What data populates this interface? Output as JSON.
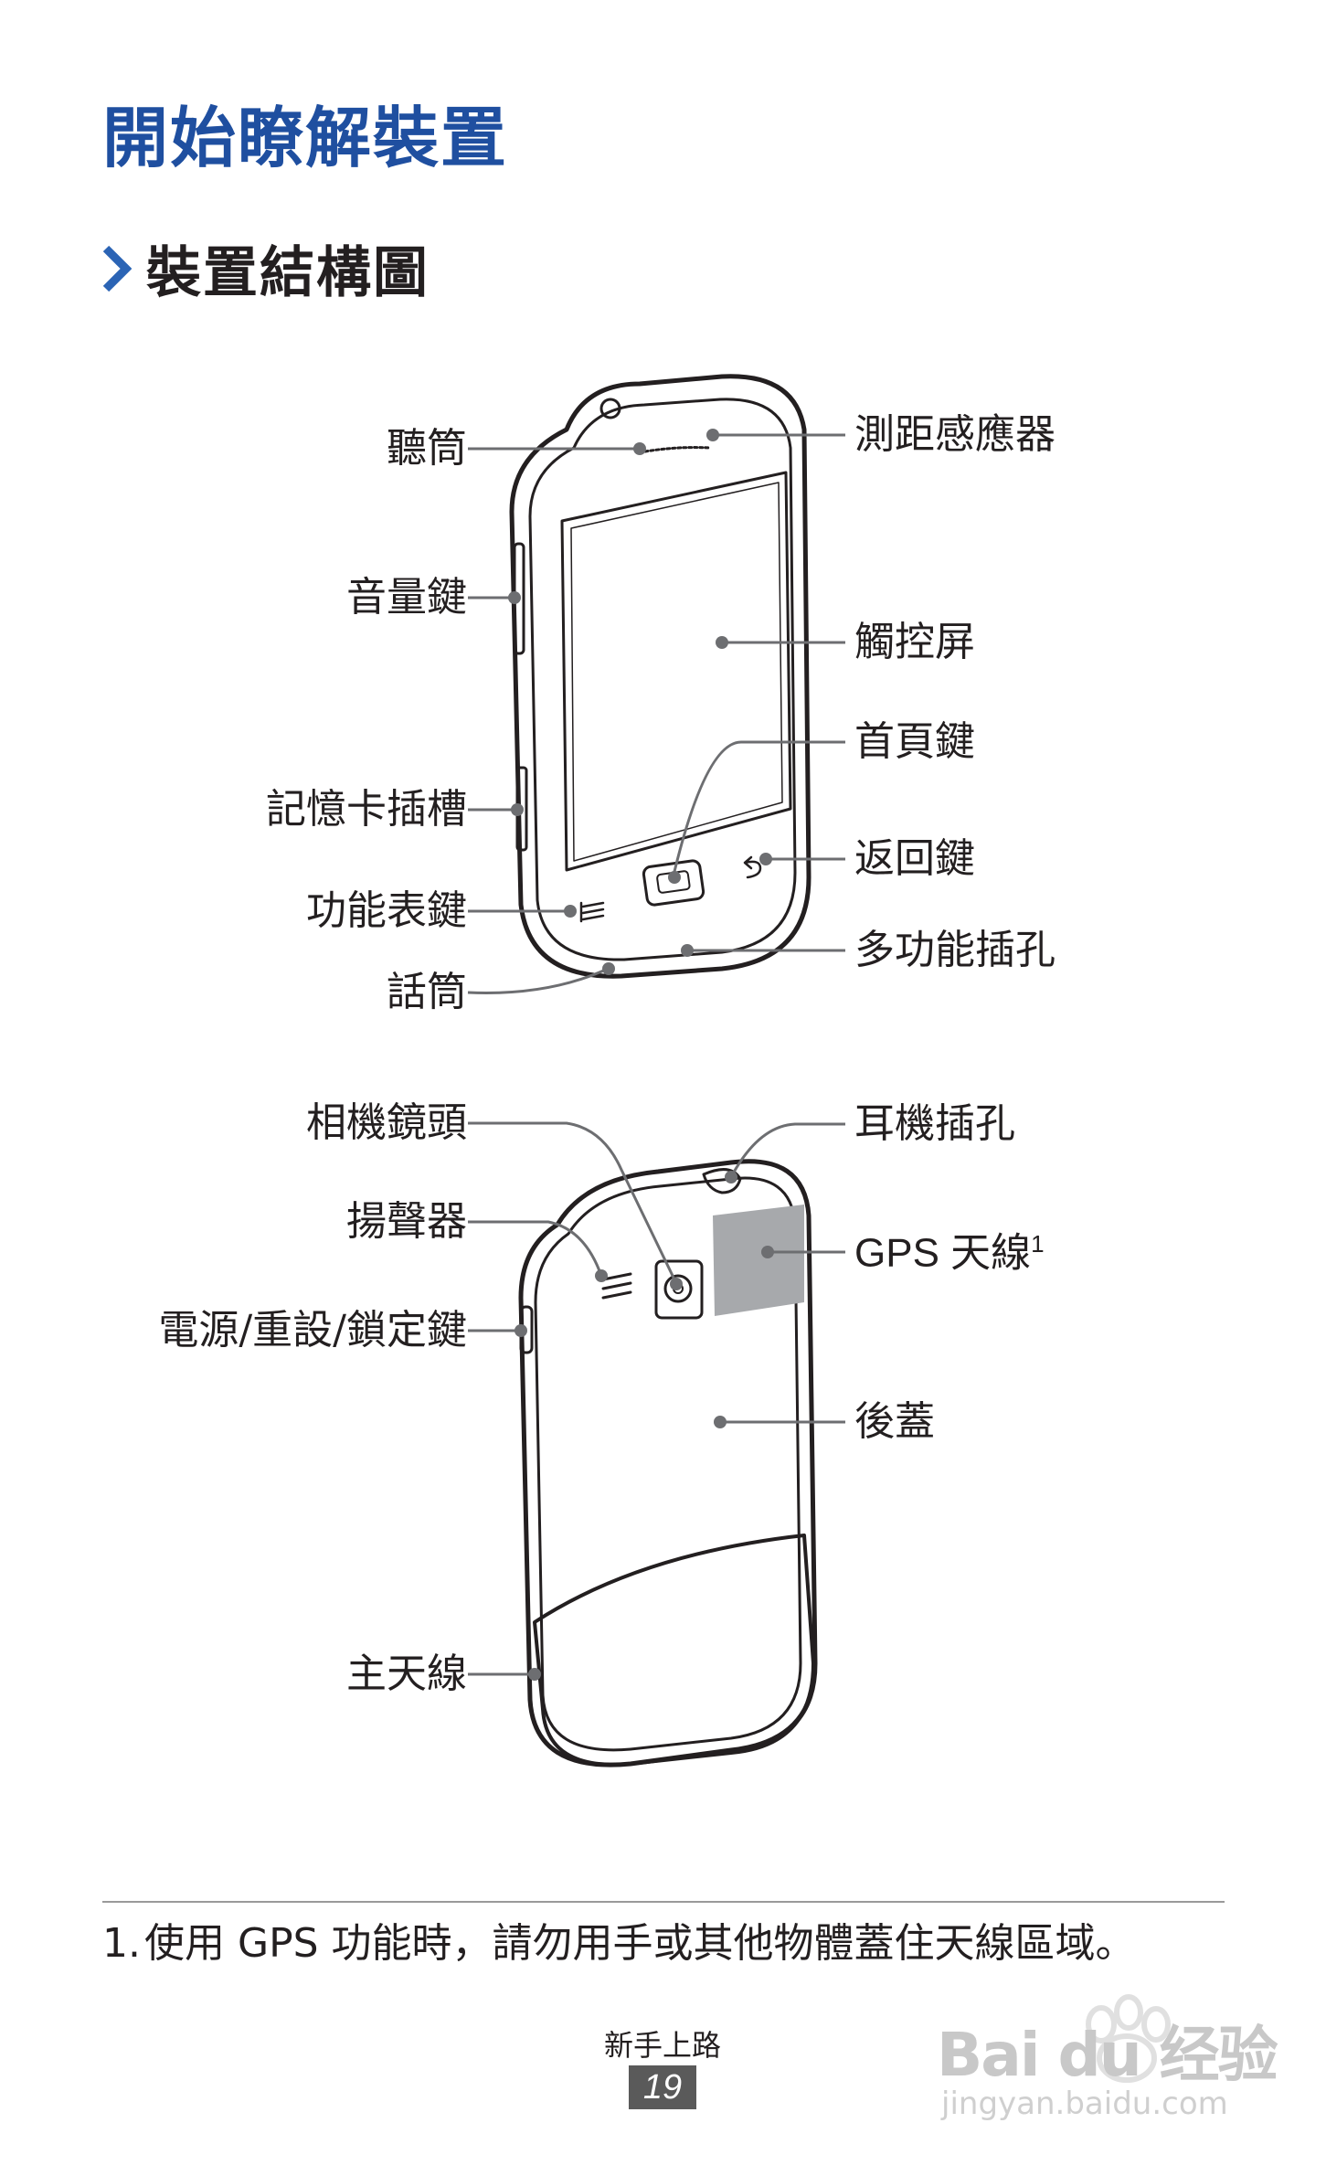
{
  "page": {
    "title": "開始瞭解裝置",
    "section_title": "裝置結構圖"
  },
  "front_labels": {
    "earpiece": "聽筒",
    "volume_key": "音量鍵",
    "memory_card_slot": "記憶卡插槽",
    "menu_key": "功能表鍵",
    "mouthpiece": "話筒",
    "proximity_sensor": "測距感應器",
    "touch_screen": "觸控屏",
    "home_key": "首頁鍵",
    "back_key": "返回鍵",
    "multifunction_jack": "多功能插孔"
  },
  "back_labels": {
    "camera_lens": "相機鏡頭",
    "speaker": "揚聲器",
    "power_key": "電源/重設/鎖定鍵",
    "main_antenna": "主天線",
    "headset_jack": "耳機插孔",
    "gps_antenna": "GPS 天線",
    "gps_antenna_footnote_mark": "1",
    "back_cover": "後蓋"
  },
  "footnote": {
    "number": "1.",
    "text": "使用 GPS 功能時，請勿用手或其他物體蓋住天線區域。"
  },
  "footer": {
    "chapter": "新手上路",
    "page_number": "19"
  },
  "watermark": {
    "brand": "Bai du 经验",
    "url": "jingyan.baidu.com"
  },
  "colors": {
    "title_blue": "#1f4fa0",
    "chevron_blue": "#2b64b5",
    "leader_line": "#6d6e71",
    "gps_area": "#a7a9ac",
    "page_box": "#5a5a5a"
  }
}
